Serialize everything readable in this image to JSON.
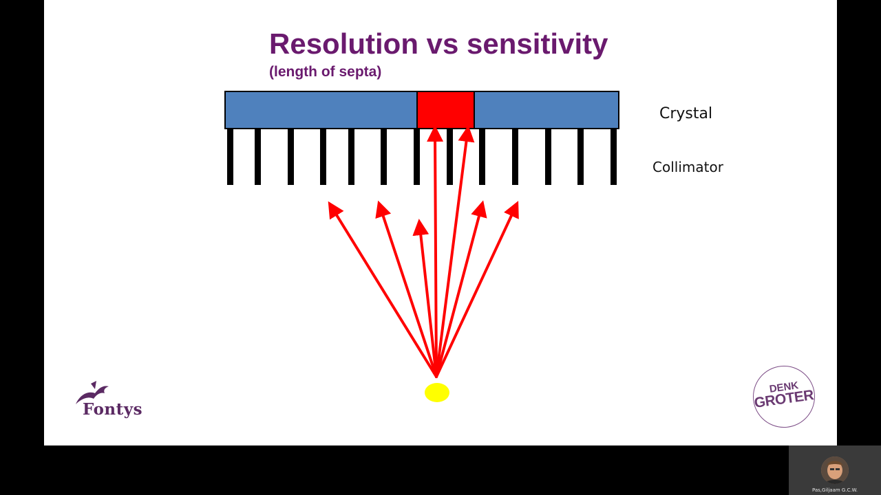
{
  "slide": {
    "title": "Resolution vs sensitivity",
    "subtitle": "(length of septa)",
    "labels": {
      "crystal": "Crystal",
      "collimator": "Collimator"
    }
  },
  "logos": {
    "fontys": "Fontys",
    "denk_groter_line1": "DENK",
    "denk_groter_line2": "GROTER"
  },
  "participant": {
    "name": "Pas,Giljaam G.C.W."
  },
  "colors": {
    "title": "#6a1a6e",
    "crystal": "#4f81bd",
    "crystal_hit": "#ff0000",
    "arrows": "#ff0000",
    "source": "#ffff00",
    "septa": "#000000"
  }
}
